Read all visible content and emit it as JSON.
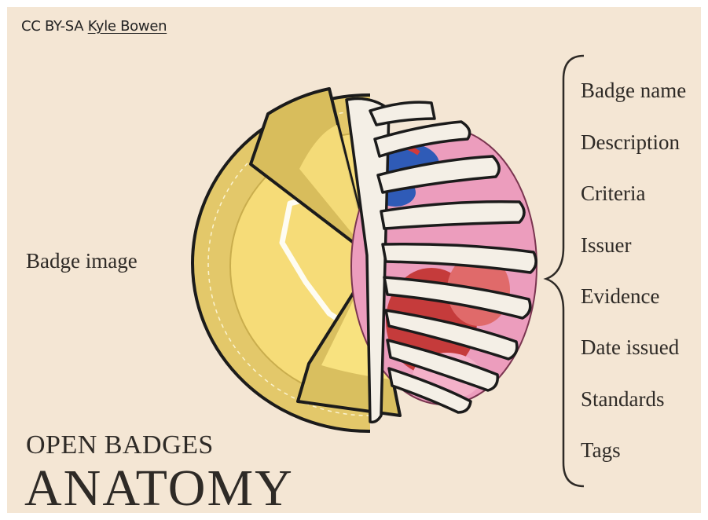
{
  "credit": {
    "license": "CC BY-SA",
    "author": "Kyle Bowen"
  },
  "diagram": {
    "left_label": "Badge image",
    "components": [
      "Badge name",
      "Description",
      "Criteria",
      "Issuer",
      "Evidence",
      "Date issued",
      "Standards",
      "Tags"
    ],
    "title_line1": "OPEN BADGES",
    "title_line2": "ANATOMY"
  },
  "colors": {
    "background": "#f4e6d4",
    "badge_gold": "#e8cf6e",
    "badge_inner": "#f7df7a",
    "ribs": "#f4efe6",
    "organ_pink": "#ee9fbf",
    "organ_red": "#c83a3a",
    "organ_blue": "#2e5ab8",
    "ink": "#2e2a26"
  }
}
